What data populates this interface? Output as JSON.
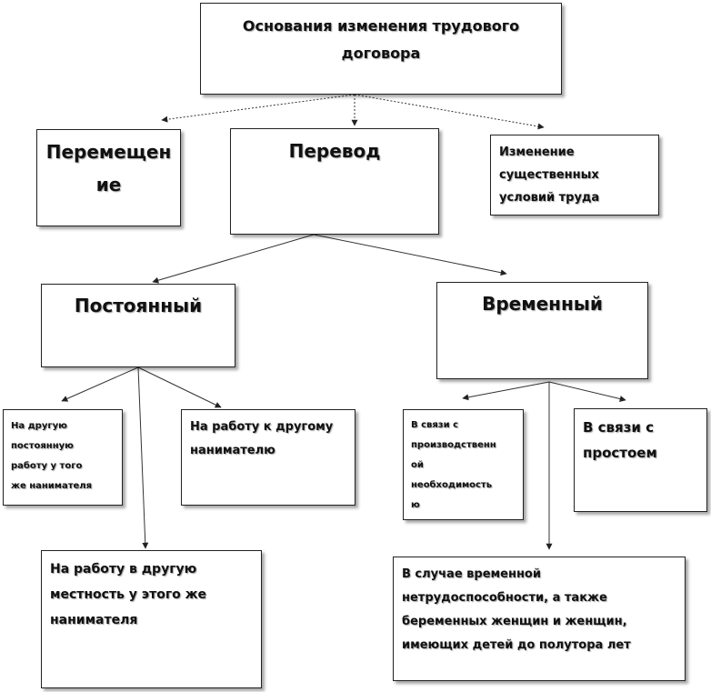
{
  "root": {
    "text": "Основания изменения трудового\nдоговора"
  },
  "categories": {
    "movement": {
      "text": "Перемещен\nие"
    },
    "transfer": {
      "text": "Перевод"
    },
    "change_conditions": {
      "text": "Изменение\nсущественных\nусловий труда"
    }
  },
  "transfer_types": {
    "permanent": {
      "text": "Постоянный"
    },
    "temporary": {
      "text": "Временный"
    }
  },
  "permanent_items": {
    "same_employer_other_job": {
      "text": "На другую\nпостоянную\nработу у того\nже нанимателя"
    },
    "other_employer": {
      "text": "На работу к другому\nнанимателю"
    },
    "other_locality": {
      "text": "На работу в другую\nместность у этого же\nнанимателя"
    }
  },
  "temporary_items": {
    "production_necessity": {
      "text": "В связи с\nпроизводственн\nой\nнеобходимость\nю"
    },
    "downtime": {
      "text": "В связи с\nпростоем"
    },
    "temporary_disability": {
      "text": "В случае временной\nнетрудоспособности, а также\nбеременных женщин и женщин,\nимеющих детей до полутора лет"
    }
  }
}
